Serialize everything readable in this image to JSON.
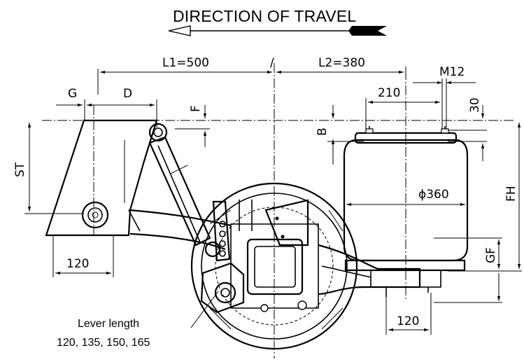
{
  "heading": "DIRECTION OF TRAVEL",
  "dimensions": {
    "l1": "L1=500",
    "slash": "/",
    "l2": "L2=380",
    "m12": "M12",
    "g": "G",
    "d": "D",
    "f": "F",
    "d210": "210",
    "d30": "30",
    "b": "B",
    "st": "ST",
    "diameter": "ϕ360",
    "fh": "FH",
    "gf": "GF",
    "left120": "120",
    "right120": "120"
  },
  "note": {
    "line1": "Lever length",
    "line2": "120, 135, 150, 165"
  }
}
